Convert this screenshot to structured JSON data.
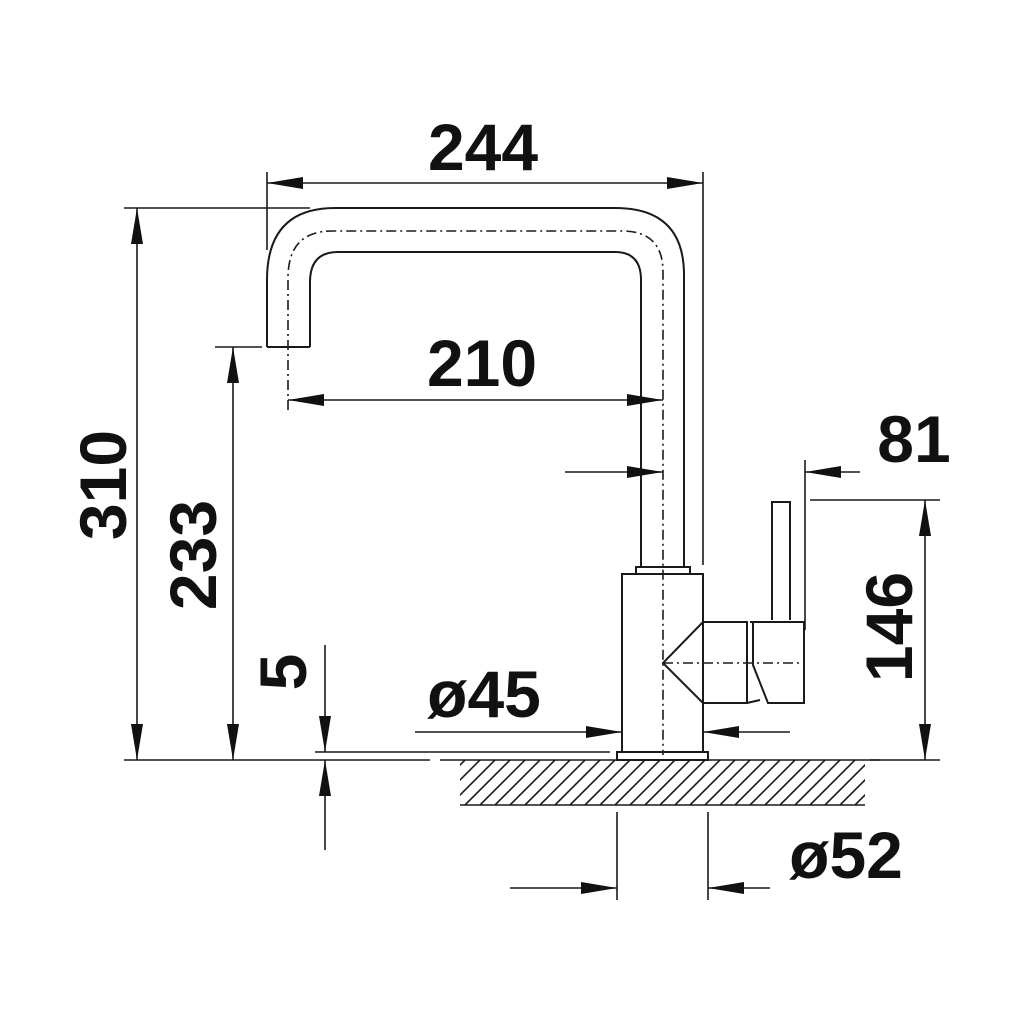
{
  "title": "Kitchen faucet dimension drawing",
  "dimensions": {
    "overall_width": "244",
    "spout_reach": "210",
    "overall_height": "310",
    "spout_outlet_height": "233",
    "base_thickness": "5",
    "lever_offset": "81",
    "lever_height": "146",
    "body_diameter": "ø45",
    "hole_diameter": "ø52"
  },
  "colors": {
    "line": "#1a1a1a",
    "background": "#ffffff"
  }
}
